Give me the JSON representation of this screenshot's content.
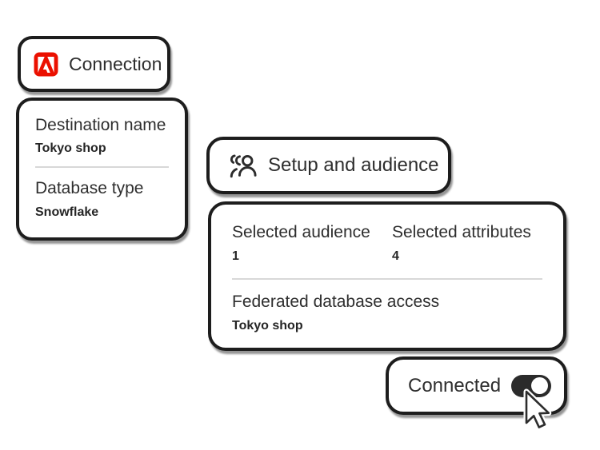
{
  "colors": {
    "background": "#ffffff",
    "card_border": "#1d1d1d",
    "text": "#2e2e2e",
    "divider": "#d8d8d8",
    "adobe_red": "#EB1000",
    "toggle_on": "#2b2b2b"
  },
  "connection_chip": {
    "icon": "adobe-logo-icon",
    "label": "Connection"
  },
  "connection_card": {
    "fields": [
      {
        "label": "Destination name",
        "value": "Tokyo shop"
      },
      {
        "label": "Database type",
        "value": "Snowflake"
      }
    ]
  },
  "setup_chip": {
    "icon": "audience-icon",
    "label": "Setup and audience"
  },
  "setup_card": {
    "stats": [
      {
        "label": "Selected audience",
        "value": "1"
      },
      {
        "label": "Selected attributes",
        "value": "4"
      }
    ],
    "field": {
      "label": "Federated database access",
      "value": "Tokyo shop"
    }
  },
  "connected_chip": {
    "label": "Connected",
    "toggle_state": "on"
  },
  "cursor": {
    "icon": "arrow-cursor-icon"
  }
}
